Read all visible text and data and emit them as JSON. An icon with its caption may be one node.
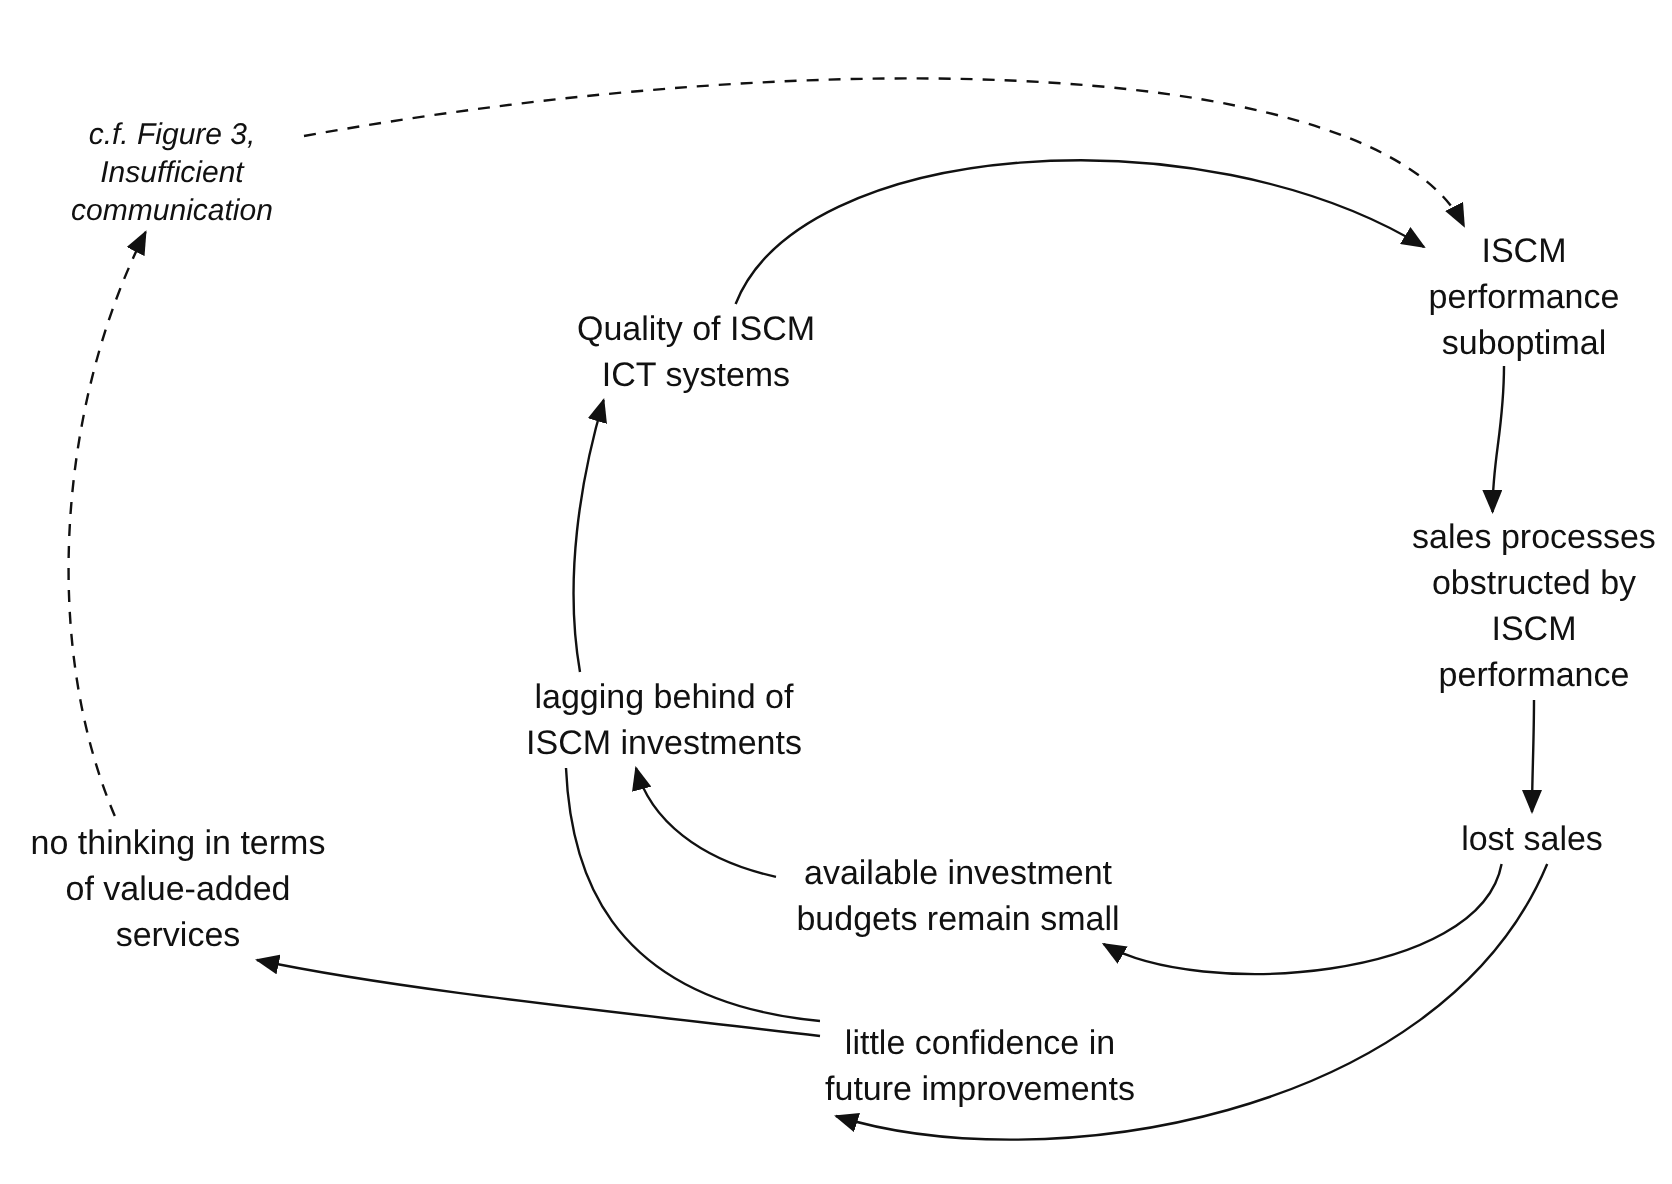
{
  "diagram": {
    "nodes": [
      {
        "text": [
          "c.f. Figure 3, Insufficient communication"
        ]
      },
      {
        "text": [
          "ISCM performance suboptimal"
        ]
      },
      {
        "text": [
          "Quality of ISCM ICT systems"
        ]
      },
      {
        "text": [
          "sales processes obstructed by ISCM performance"
        ]
      },
      {
        "text": [
          "lagging behind of ISCM investments"
        ]
      },
      {
        "text": [
          "no thinking in terms of value-added services"
        ]
      },
      {
        "text": [
          "lost sales"
        ]
      },
      {
        "text": [
          "available investment budgets remain small"
        ]
      },
      {
        "text": [
          "little confidence in future improvements"
        ]
      }
    ],
    "edges": [
      {
        "from": 0,
        "to": 1,
        "arrow": "to",
        "style": "dashed"
      },
      {
        "from": 2,
        "to": 1,
        "arrow": "to"
      },
      {
        "from": 1,
        "to": 3,
        "arrow": "to"
      },
      {
        "from": 3,
        "to": 6,
        "arrow": "to"
      },
      {
        "from": 6,
        "to": 7,
        "arrow": "to"
      },
      {
        "from": 6,
        "to": 8,
        "arrow": "to"
      },
      {
        "from": 7,
        "to": 4,
        "arrow": "to"
      },
      {
        "from": 8,
        "to": 5,
        "arrow": "to"
      },
      {
        "from": 8,
        "to": 4,
        "arrow": "none"
      },
      {
        "from": 4,
        "to": 2,
        "arrow": "to"
      },
      {
        "from": 5,
        "to": 0,
        "arrow": "to",
        "style": "dashed"
      }
    ]
  }
}
